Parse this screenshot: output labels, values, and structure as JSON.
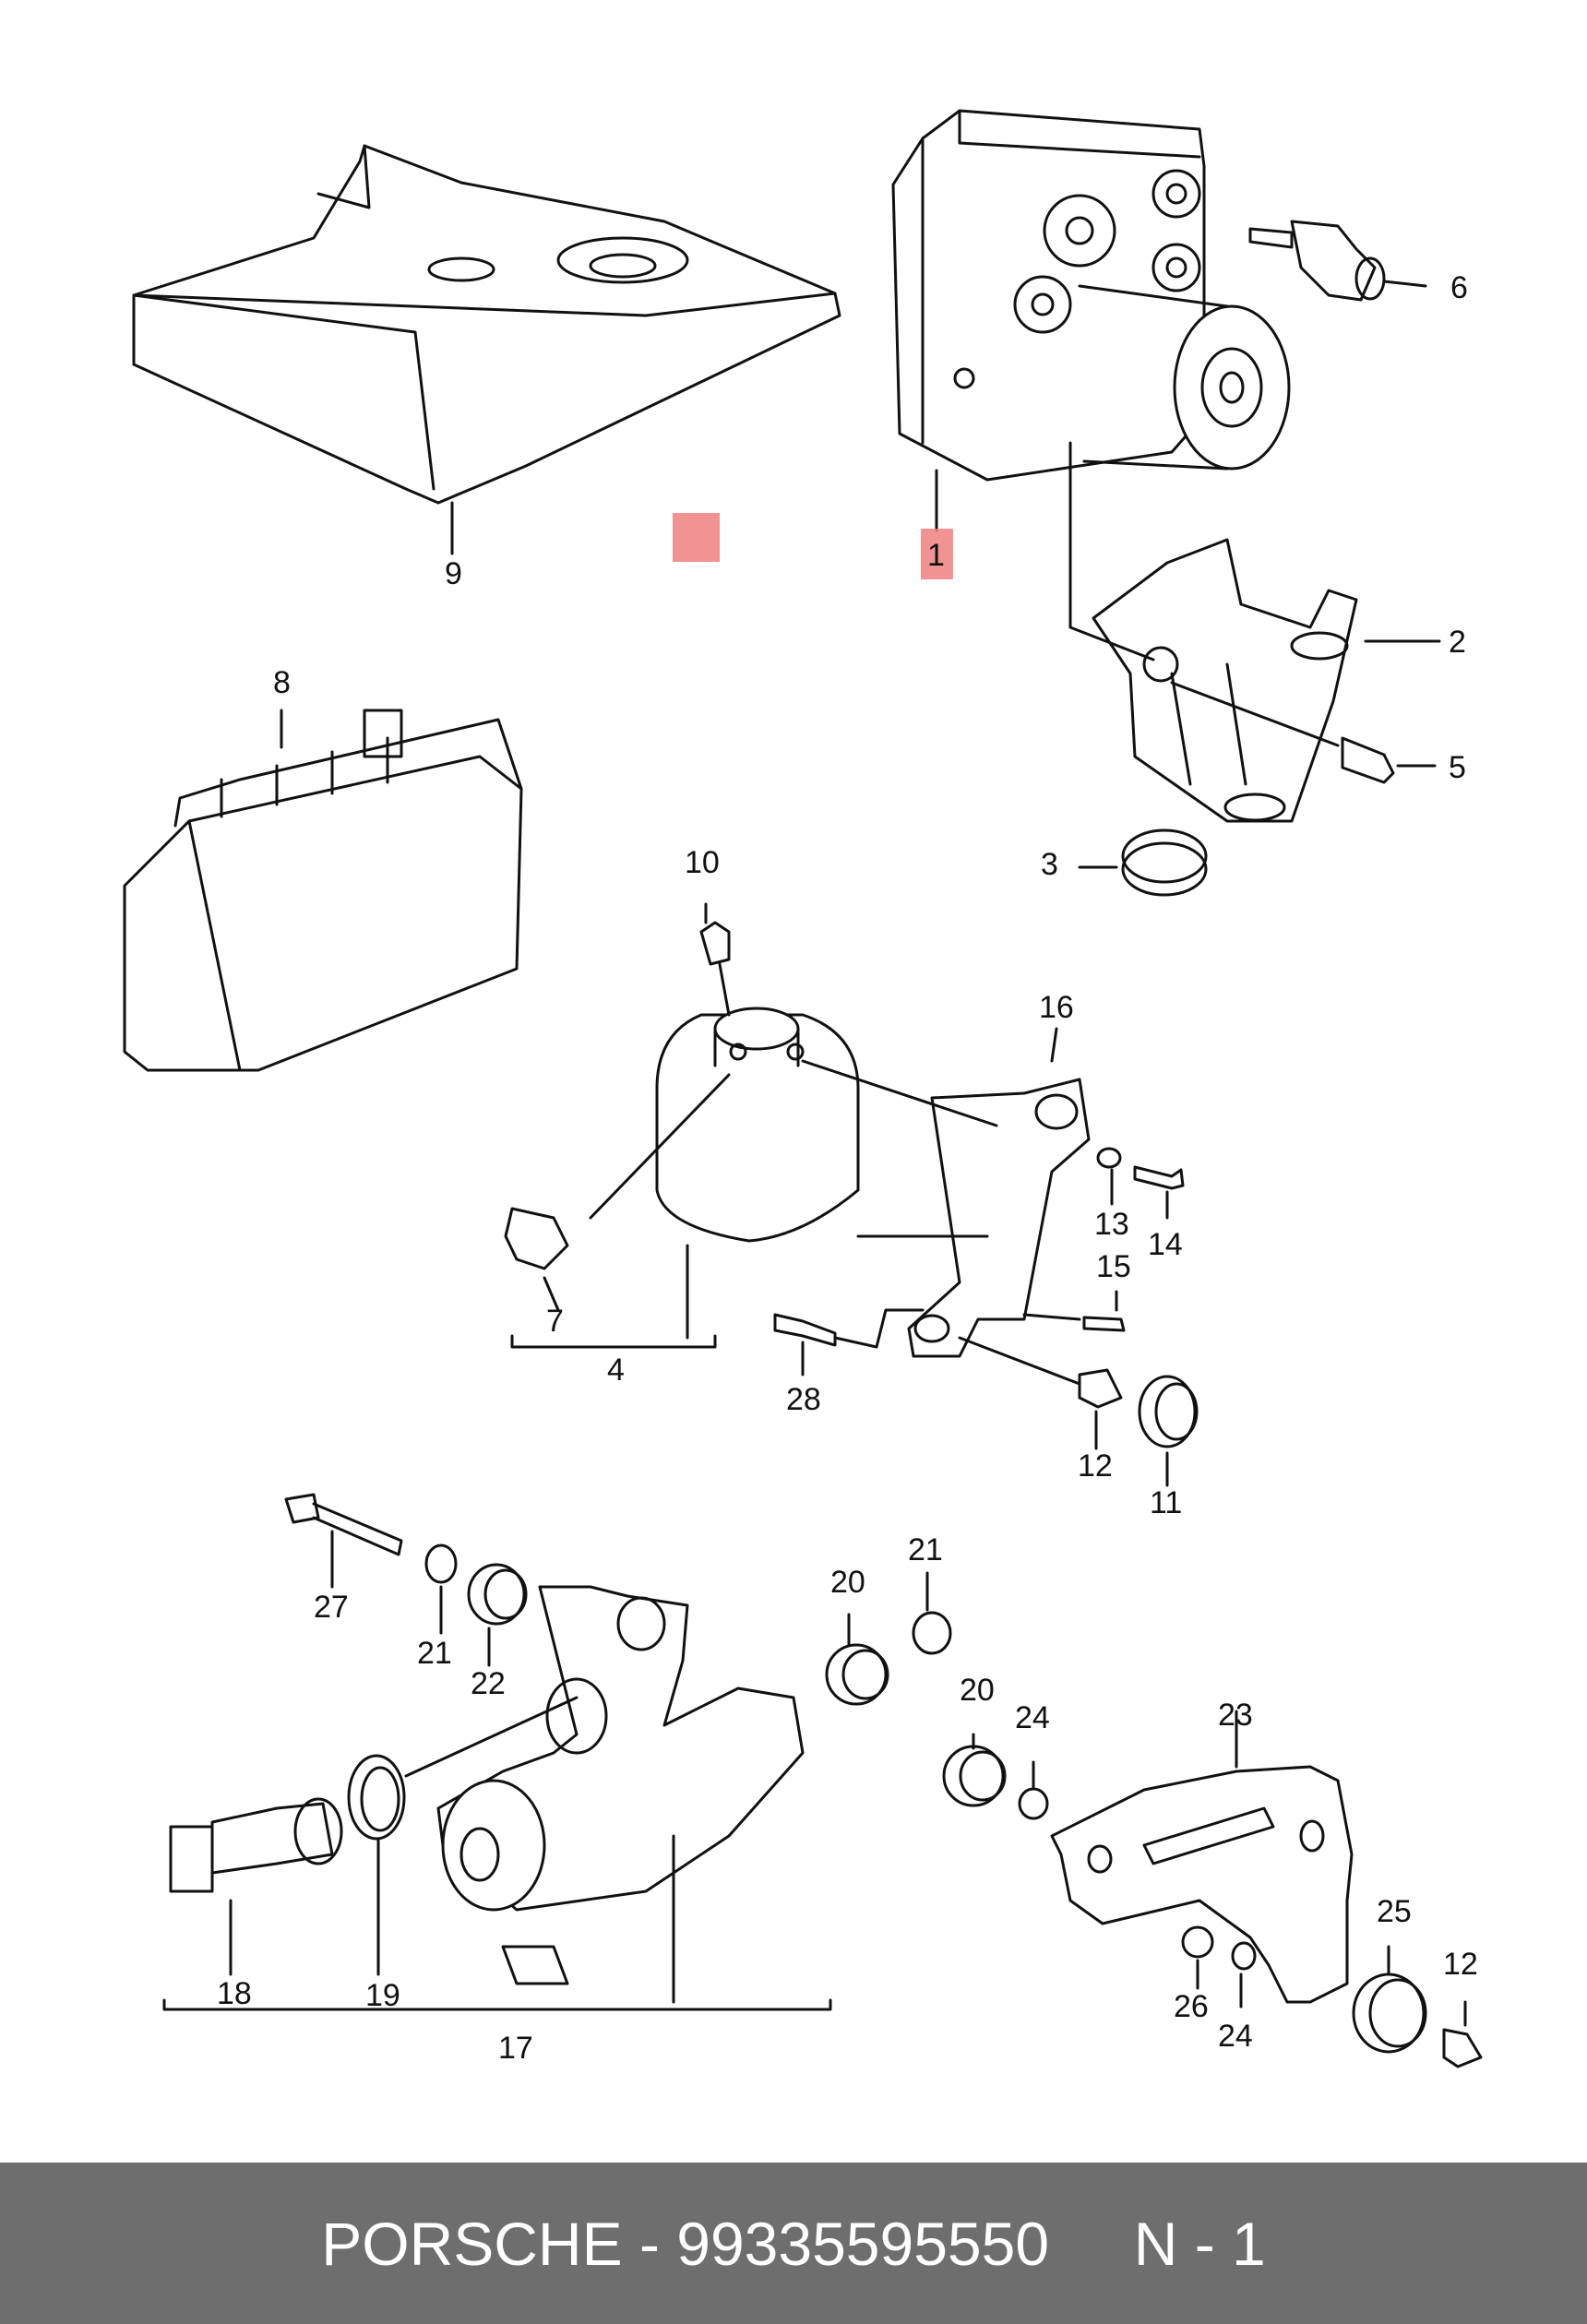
{
  "diagram": {
    "callouts": [
      "1",
      "2",
      "3",
      "4",
      "5",
      "6",
      "7",
      "8",
      "9",
      "10",
      "11",
      "12",
      "13",
      "14",
      "15",
      "16",
      "17",
      "18",
      "19",
      "20",
      "21",
      "22",
      "23",
      "24",
      "25",
      "26",
      "27",
      "28"
    ],
    "callouts_repeat": {
      "c12b": "12",
      "c20b": "20",
      "c21b": "21",
      "c24b": "24"
    },
    "highlight_color": "#f08080",
    "line_color": "#111111"
  },
  "footer": {
    "brand": "PORSCHE",
    "separator": " - ",
    "part_number": "99335595550",
    "gap": "     ",
    "ref": "N - 1",
    "background": "#6e6e6e"
  }
}
